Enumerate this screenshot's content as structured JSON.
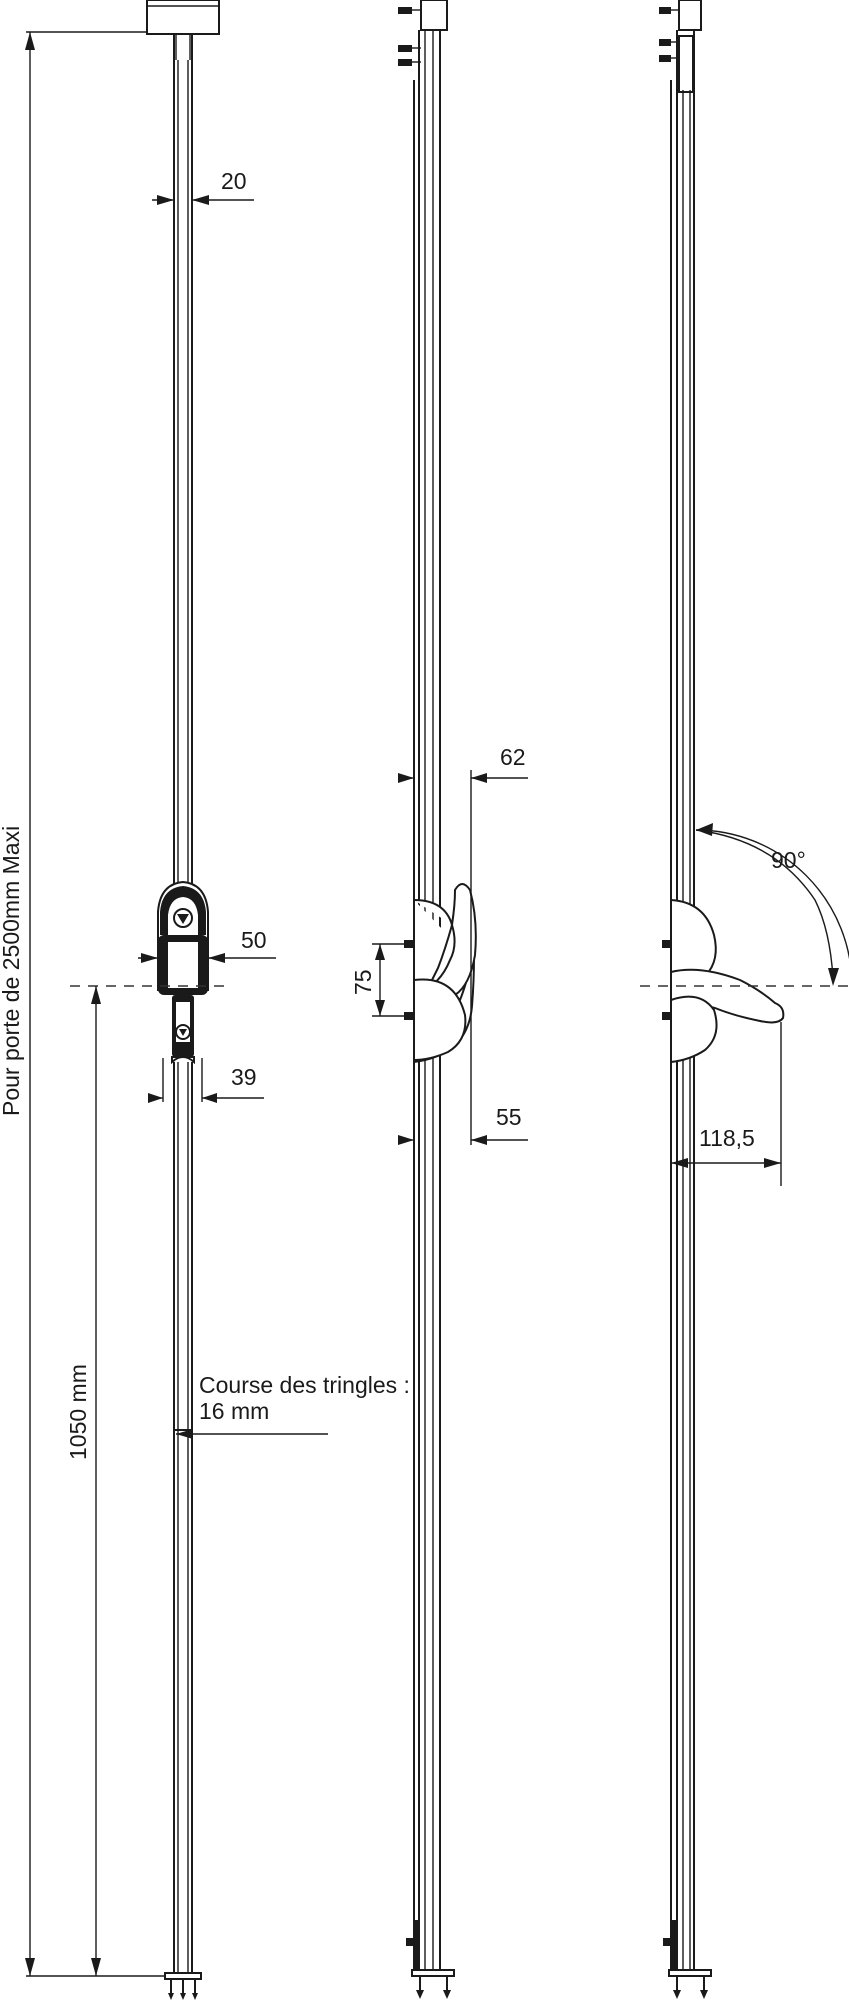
{
  "labels": {
    "total_height": "Pour porte de 2500mm Maxi",
    "handle_height": "1050 mm",
    "rod_width": "20",
    "handle_width": "50",
    "base_width": "39",
    "stroke_line1": "Course des tringles  :",
    "stroke_line2": "16 mm",
    "side_depth_top": "62",
    "side_handle_height": "75",
    "side_depth_bottom": "55",
    "rotation_angle": "90°",
    "open_projection": "118,5"
  }
}
